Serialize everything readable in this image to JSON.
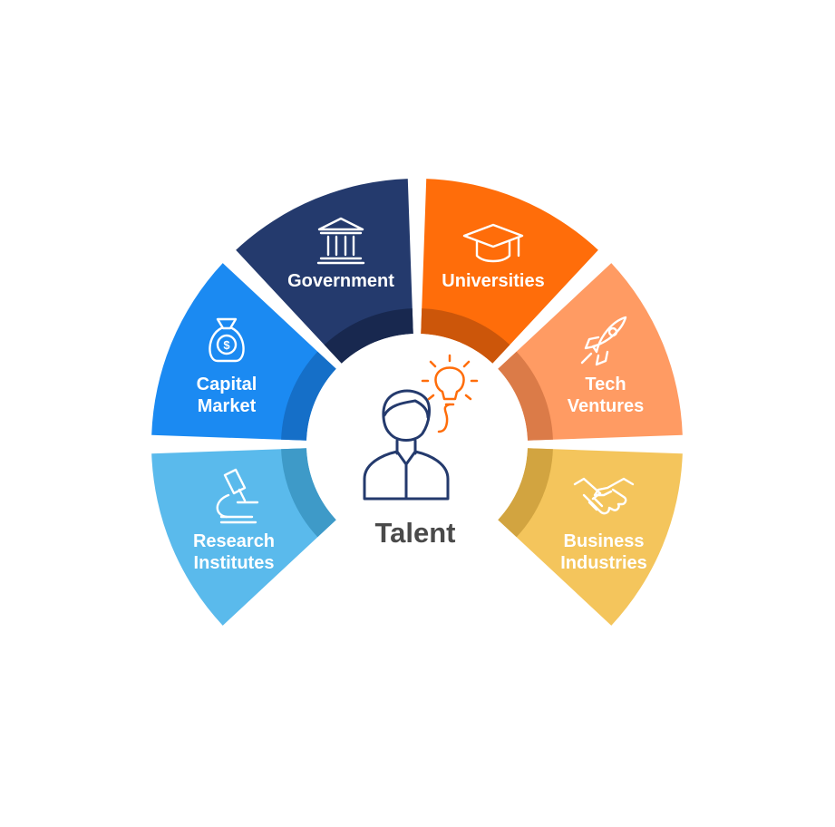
{
  "center": {
    "label": "Talent",
    "icon": "person-with-lightbulb-icon"
  },
  "segments": [
    {
      "key": "research",
      "lines": [
        "Research",
        "Institutes"
      ],
      "icon": "microscope-icon",
      "color": "#5ABAEC",
      "shade": "#3E9AC8"
    },
    {
      "key": "capital",
      "lines": [
        "Capital",
        "Market"
      ],
      "icon": "money-bag-icon",
      "color": "#1B8AF2",
      "shade": "#156FC8"
    },
    {
      "key": "government",
      "lines": [
        "Government"
      ],
      "icon": "government-building-icon",
      "color": "#243A6D",
      "shade": "#18284F"
    },
    {
      "key": "universities",
      "lines": [
        "Universities"
      ],
      "icon": "graduation-cap-icon",
      "color": "#FF6D0A",
      "shade": "#CC560A"
    },
    {
      "key": "tech",
      "lines": [
        "Tech",
        "Ventures"
      ],
      "icon": "rocket-icon",
      "color": "#FF9B63",
      "shade": "#DB7B48"
    },
    {
      "key": "business",
      "lines": [
        "Business",
        "Industries"
      ],
      "icon": "handshake-icon",
      "color": "#F4C55C",
      "shade": "#D2A440"
    }
  ]
}
